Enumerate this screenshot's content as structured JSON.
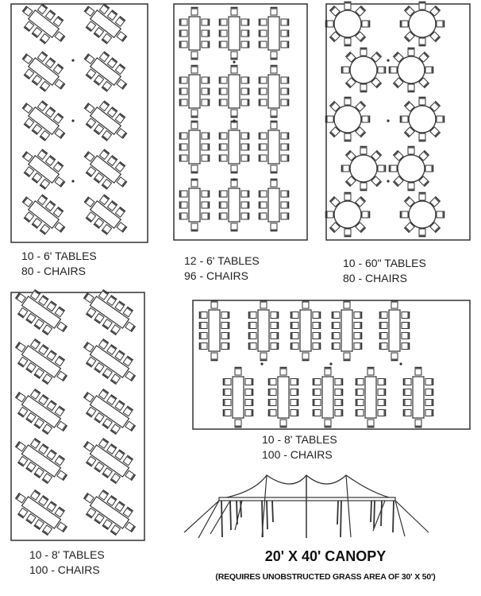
{
  "layouts": [
    {
      "tables": "10 - 6' TABLES",
      "chairs": "80 - CHAIRS"
    },
    {
      "tables": "12 - 6' TABLES",
      "chairs": "96 - CHAIRS"
    },
    {
      "tables": "10 - 60\" TABLES",
      "chairs": "80 - CHAIRS"
    },
    {
      "tables": "10 - 8' TABLES",
      "chairs": "100 - CHAIRS"
    },
    {
      "tables": "10 - 8' TABLES",
      "chairs": "100 - CHAIRS"
    }
  ],
  "canopy": {
    "title": "20' X 40' CANOPY",
    "note": "(REQUIRES UNOBSTRUCTED GRASS AREA OF 30' X 50')"
  },
  "colors": {
    "line": "#333333",
    "background": "#ffffff"
  }
}
